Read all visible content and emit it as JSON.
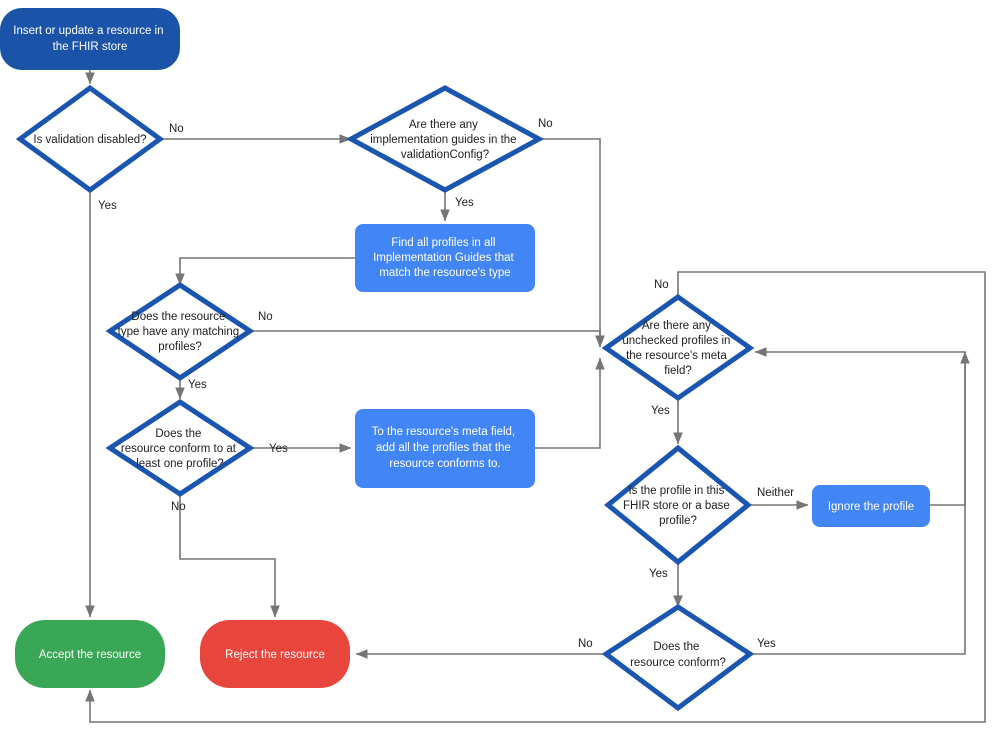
{
  "diagram": {
    "title": "FHIR store resource validation flowchart",
    "colors": {
      "start_fill": "#1a53a8",
      "process_fill": "#4285f4",
      "accept_fill": "#3aa757",
      "reject_fill": "#e8453c",
      "decision_stroke": "#1a56b0",
      "decision_fill": "#ffffff",
      "connector": "#757575",
      "text_dark": "#202124",
      "text_light": "#ffffff",
      "background": "#ffffff"
    },
    "nodes": [
      {
        "id": "start",
        "type": "terminal",
        "lines": [
          "Insert or update a resource in",
          "the FHIR store"
        ]
      },
      {
        "id": "validation-disabled",
        "type": "decision",
        "lines": [
          "Is validation disabled?"
        ]
      },
      {
        "id": "implementation-guides",
        "type": "decision",
        "lines": [
          "Are there any",
          "implementation guides in the",
          "validationConfig?"
        ]
      },
      {
        "id": "find-profiles",
        "type": "process",
        "lines": [
          "Find all profiles in all",
          "Implementation Guides that",
          "match the resource's type"
        ]
      },
      {
        "id": "matching-profiles",
        "type": "decision",
        "lines": [
          "Does the resource",
          "type have any matching",
          "profiles?"
        ]
      },
      {
        "id": "conform-one-profile",
        "type": "decision",
        "lines": [
          "Does the",
          "resource conform to at",
          "least one profile?"
        ]
      },
      {
        "id": "add-profiles-meta",
        "type": "process",
        "lines": [
          "To the resource's meta field,",
          "add all the profiles that the",
          "resource conforms to."
        ]
      },
      {
        "id": "unchecked-profiles",
        "type": "decision",
        "lines": [
          "Are there any",
          "unchecked profiles in",
          "the resource's meta",
          "field?"
        ]
      },
      {
        "id": "profile-in-store",
        "type": "decision",
        "lines": [
          "Is the profile in this",
          "FHIR store or a base",
          "profile?"
        ]
      },
      {
        "id": "ignore-profile",
        "type": "process",
        "lines": [
          "Ignore the profile"
        ]
      },
      {
        "id": "resource-conform",
        "type": "decision",
        "lines": [
          "Does the",
          "resource conform?"
        ]
      },
      {
        "id": "accept",
        "type": "terminal",
        "lines": [
          "Accept the resource"
        ]
      },
      {
        "id": "reject",
        "type": "terminal",
        "lines": [
          "Reject the resource"
        ]
      }
    ],
    "edge_labels": [
      {
        "id": "validation-no",
        "text": "No"
      },
      {
        "id": "validation-yes",
        "text": "Yes"
      },
      {
        "id": "guides-no",
        "text": "No"
      },
      {
        "id": "guides-yes",
        "text": "Yes"
      },
      {
        "id": "matching-no",
        "text": "No"
      },
      {
        "id": "matching-yes",
        "text": "Yes"
      },
      {
        "id": "conform-one-yes",
        "text": "Yes"
      },
      {
        "id": "conform-one-no",
        "text": "No"
      },
      {
        "id": "unchecked-no",
        "text": "No"
      },
      {
        "id": "unchecked-yes",
        "text": "Yes"
      },
      {
        "id": "profile-neither",
        "text": "Neither"
      },
      {
        "id": "profile-yes",
        "text": "Yes"
      },
      {
        "id": "conform-no",
        "text": "No"
      },
      {
        "id": "conform-yes",
        "text": "Yes"
      }
    ]
  }
}
